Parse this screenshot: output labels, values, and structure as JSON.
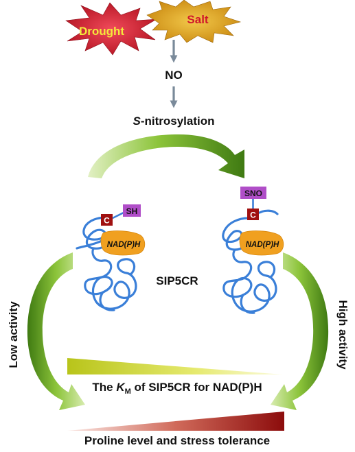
{
  "stress": {
    "drought": "Drought",
    "salt": "Salt"
  },
  "signal": {
    "no": "NO",
    "process_prefix": "S",
    "process_suffix": "-nitrosylation"
  },
  "protein": {
    "name": "SIP5CR",
    "left": {
      "cys": "C",
      "group": "SH",
      "cofactor": "NAD(P)H"
    },
    "right": {
      "cys": "C",
      "group": "SNO",
      "cofactor": "NAD(P)H"
    }
  },
  "activity": {
    "low": "Low activity",
    "high": "High activity"
  },
  "km_label": {
    "prefix": "The ",
    "k": "K",
    "sub": "M",
    "suffix": " of SIP5CR for NAD(P)H"
  },
  "outcome": "Proline level and stress tolerance",
  "colors": {
    "drought_burst": "#c81e32",
    "salt_burst": "#d99a1a",
    "arrow_gray": "#7a8a9a",
    "green_arrow": "#6aa022",
    "coil": "#3a7fd8",
    "cofactor": "#f0a020",
    "cys_box": "#a01010",
    "group_box": "#b04ec8",
    "km_wedge": "#c8d22a",
    "outcome_wedge": "#a01010"
  }
}
